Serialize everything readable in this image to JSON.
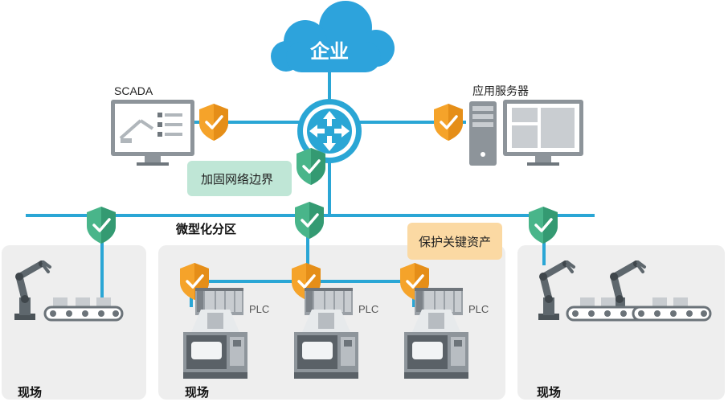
{
  "cloud": {
    "label": "企业"
  },
  "scada": {
    "label": "SCADA"
  },
  "server": {
    "label": "应用服务器"
  },
  "callouts": {
    "perimeter": "加固网络边界",
    "protect_assets": "保护关键资产"
  },
  "zoning": {
    "label": "微型化分区"
  },
  "plc_label": "PLC",
  "fields": {
    "left": "现场",
    "center": "现场",
    "right": "现场"
  },
  "colors": {
    "network_line": "#2aa6d5",
    "cloud": "#2da3dc",
    "shield_orange": "#f5a32a",
    "shield_green": "#3ea77f",
    "callout_green": "#bfe6d6",
    "callout_orange": "#fbd9a3",
    "panel": "#eeeeee"
  }
}
